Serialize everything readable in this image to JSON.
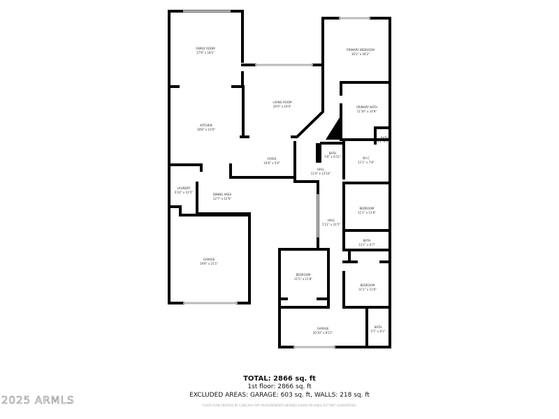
{
  "rooms": [
    {
      "name": "FAMILY ROOM",
      "dim": "17'9\" x 18'1\""
    },
    {
      "name": "PRIMARY BEDROOM",
      "dim": "16'2\" x 28'2\""
    },
    {
      "name": "LIVING ROOM",
      "dim": "20'0\" x 19'4\""
    },
    {
      "name": "PRIMARY BATH",
      "dim": "11'10\" x 14'8\""
    },
    {
      "name": "KITCHEN",
      "dim": "18'8\" x 13'0\""
    },
    {
      "name": "BATH",
      "dim": "3'1\" x 5'6\""
    },
    {
      "name": "BATH",
      "dim": "5'6\" x 6'11\""
    },
    {
      "name": "W.I.C",
      "dim": "11'1\" x 7'8\""
    },
    {
      "name": "FOYER",
      "dim": "10'8\" x 5'6\""
    },
    {
      "name": "HALL",
      "dim": "11'4\" x 13'10\""
    },
    {
      "name": "LAUNDRY",
      "dim": "6'10\" x 12'5\""
    },
    {
      "name": "DINING AREA",
      "dim": "12'7\" x 12'6\""
    },
    {
      "name": "BEDROOM",
      "dim": "11'1\" x 11'6\""
    },
    {
      "name": "HALL",
      "dim": "5'11\" x 31'5\""
    },
    {
      "name": "BATH",
      "dim": "11'1\" x 4'7\""
    },
    {
      "name": "GARAGE",
      "dim": "19'8\" x 21'1\""
    },
    {
      "name": "BEDROOM",
      "dim": "11'5\" x 11'8\""
    },
    {
      "name": "BEDROOM",
      "dim": "11'1\" x 11'6\""
    },
    {
      "name": "GARAGE",
      "dim": "20'10\" x 8'11\""
    },
    {
      "name": "BATH",
      "dim": "5'7\" x 9'1\""
    }
  ],
  "summary": {
    "total": "TOTAL: 2866 sq. ft",
    "floor": "1st floor: 2866 sq. ft",
    "excluded": "EXCLUDED AREAS: GARAGE: 603 sq. ft, WALLS: 218 sq. ft",
    "disclaimer": "FLOOR PLAN CREATED BY CUBICASA APP. MEASUREMENTS DEEMED HIGHLY RELIABLE BUT NOT GUARANTEED."
  },
  "watermark": "2025 ARMLS"
}
